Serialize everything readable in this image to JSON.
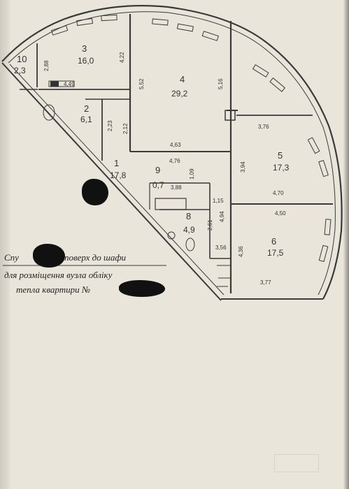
{
  "rooms": [
    {
      "number": "1",
      "area": "17,8"
    },
    {
      "number": "2",
      "area": "6,1"
    },
    {
      "number": "3",
      "area": "16,0"
    },
    {
      "number": "4",
      "area": "29,2"
    },
    {
      "number": "5",
      "area": "17,3"
    },
    {
      "number": "6",
      "area": "17,5"
    },
    {
      "number": "8",
      "area": "4,9"
    },
    {
      "number": "9",
      "area": "0,7"
    },
    {
      "number": "10",
      "area": "2,3"
    }
  ],
  "dimensions": {
    "d_2_88": "2,88",
    "d_4_22": "4,22",
    "d_5_52": "5,52",
    "d_5_16": "5,16",
    "d_4_49": "4,49",
    "d_2_23": "2,23",
    "d_2_12": "2,12",
    "d_4_63": "4,63",
    "d_4_76": "4,76",
    "d_3_88": "3,88",
    "d_1_09": "1,09",
    "d_3_76": "3,76",
    "d_3_94": "3,94",
    "d_4_70": "4,70",
    "d_4_50": "4,50",
    "d_1_15": "1,15",
    "d_2_61": "2,61",
    "d_4_94": "4,94",
    "d_3_56": "3,56",
    "d_4_36": "4,36",
    "d_3_77": "3,77"
  },
  "note": {
    "line1_a": "Спу",
    "line1_b": "поверх до шафи",
    "line2": "для розміщення вузла обліку",
    "line3": "тепла квартири №"
  },
  "colors": {
    "ink": "#3a3a3a",
    "paper": "#e9e5da",
    "redaction": "#111111"
  }
}
